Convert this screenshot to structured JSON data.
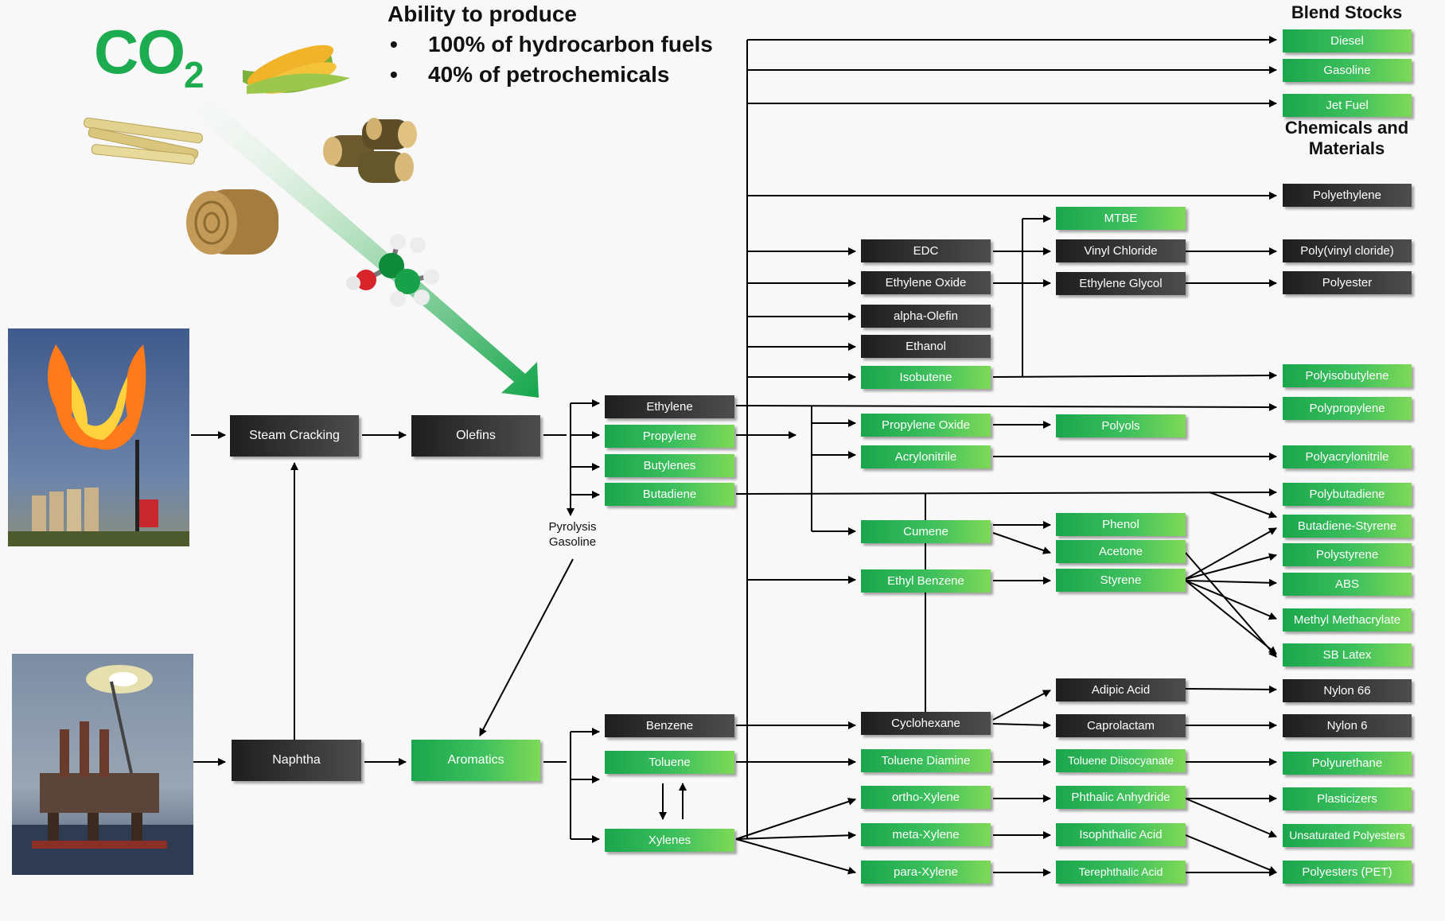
{
  "co2": {
    "main": "CO",
    "sub": "2"
  },
  "header": {
    "title": "Ability to produce",
    "bullets": [
      "100% of hydrocarbon fuels",
      "40% of petrochemicals"
    ]
  },
  "sections": {
    "blend_stocks": "Blend Stocks",
    "chemicals_line1": "Chemicals and",
    "chemicals_line2": "Materials"
  },
  "pyrolysis": {
    "line1": "Pyrolysis",
    "line2": "Gasoline"
  },
  "colors": {
    "green": "#2bb655",
    "dark": "#2b2b2b",
    "co2_green": "#1dab4f"
  },
  "icons": [
    "corn-image",
    "sugarcane-image",
    "wood-logs-image",
    "hay-bale-image",
    "molecule-image",
    "gas-flare-photo",
    "offshore-platform-photo"
  ],
  "nodes": {
    "steam": "Steam Cracking",
    "olefins": "Olefins",
    "naphtha": "Naphtha",
    "aromatics": "Aromatics",
    "ethylene": "Ethylene",
    "propylene": "Propylene",
    "butylenes": "Butylenes",
    "butadiene": "Butadiene",
    "benzene": "Benzene",
    "toluene": "Toluene",
    "xylenes": "Xylenes",
    "edc": "EDC",
    "eo": "Ethylene Oxide",
    "aolefin": "alpha-Olefin",
    "ethanol": "Ethanol",
    "isobutene": "Isobutene",
    "po": "Propylene Oxide",
    "acn": "Acrylonitrile",
    "cumene": "Cumene",
    "ebenz": "Ethyl Benzene",
    "cyclohex": "Cyclohexane",
    "tdiamine": "Toluene Diamine",
    "ox": "ortho-Xylene",
    "mx": "meta-Xylene",
    "px": "para-Xylene",
    "mtbe": "MTBE",
    "vc": "Vinyl Chloride",
    "eg": "Ethylene Glycol",
    "polyols": "Polyols",
    "phenol": "Phenol",
    "acetone": "Acetone",
    "styrene": "Styrene",
    "adipic": "Adipic Acid",
    "caprolactam": "Caprolactam",
    "tdi": "Toluene Diisocyanate",
    "pa": "Phthalic Anhydride",
    "ipa": "Isophthalic Acid",
    "tpa": "Terephthalic Acid",
    "diesel": "Diesel",
    "gasoline": "Gasoline",
    "jet": "Jet Fuel",
    "pe": "Polyethylene",
    "pvc": "Poly(vinyl cloride)",
    "polyester": "Polyester",
    "pib": "Polyisobutylene",
    "pp": "Polypropylene",
    "pan": "Polyacrylonitrile",
    "pbd": "Polybutadiene",
    "bs": "Butadiene-Styrene",
    "ps": "Polystyrene",
    "abs": "ABS",
    "mma": "Methyl Methacrylate",
    "sbl": "SB Latex",
    "nylon66": "Nylon 66",
    "nylon6": "Nylon 6",
    "pu": "Polyurethane",
    "plast": "Plasticizers",
    "upe": "Unsaturated Polyesters",
    "pet": "Polyesters (PET)"
  }
}
